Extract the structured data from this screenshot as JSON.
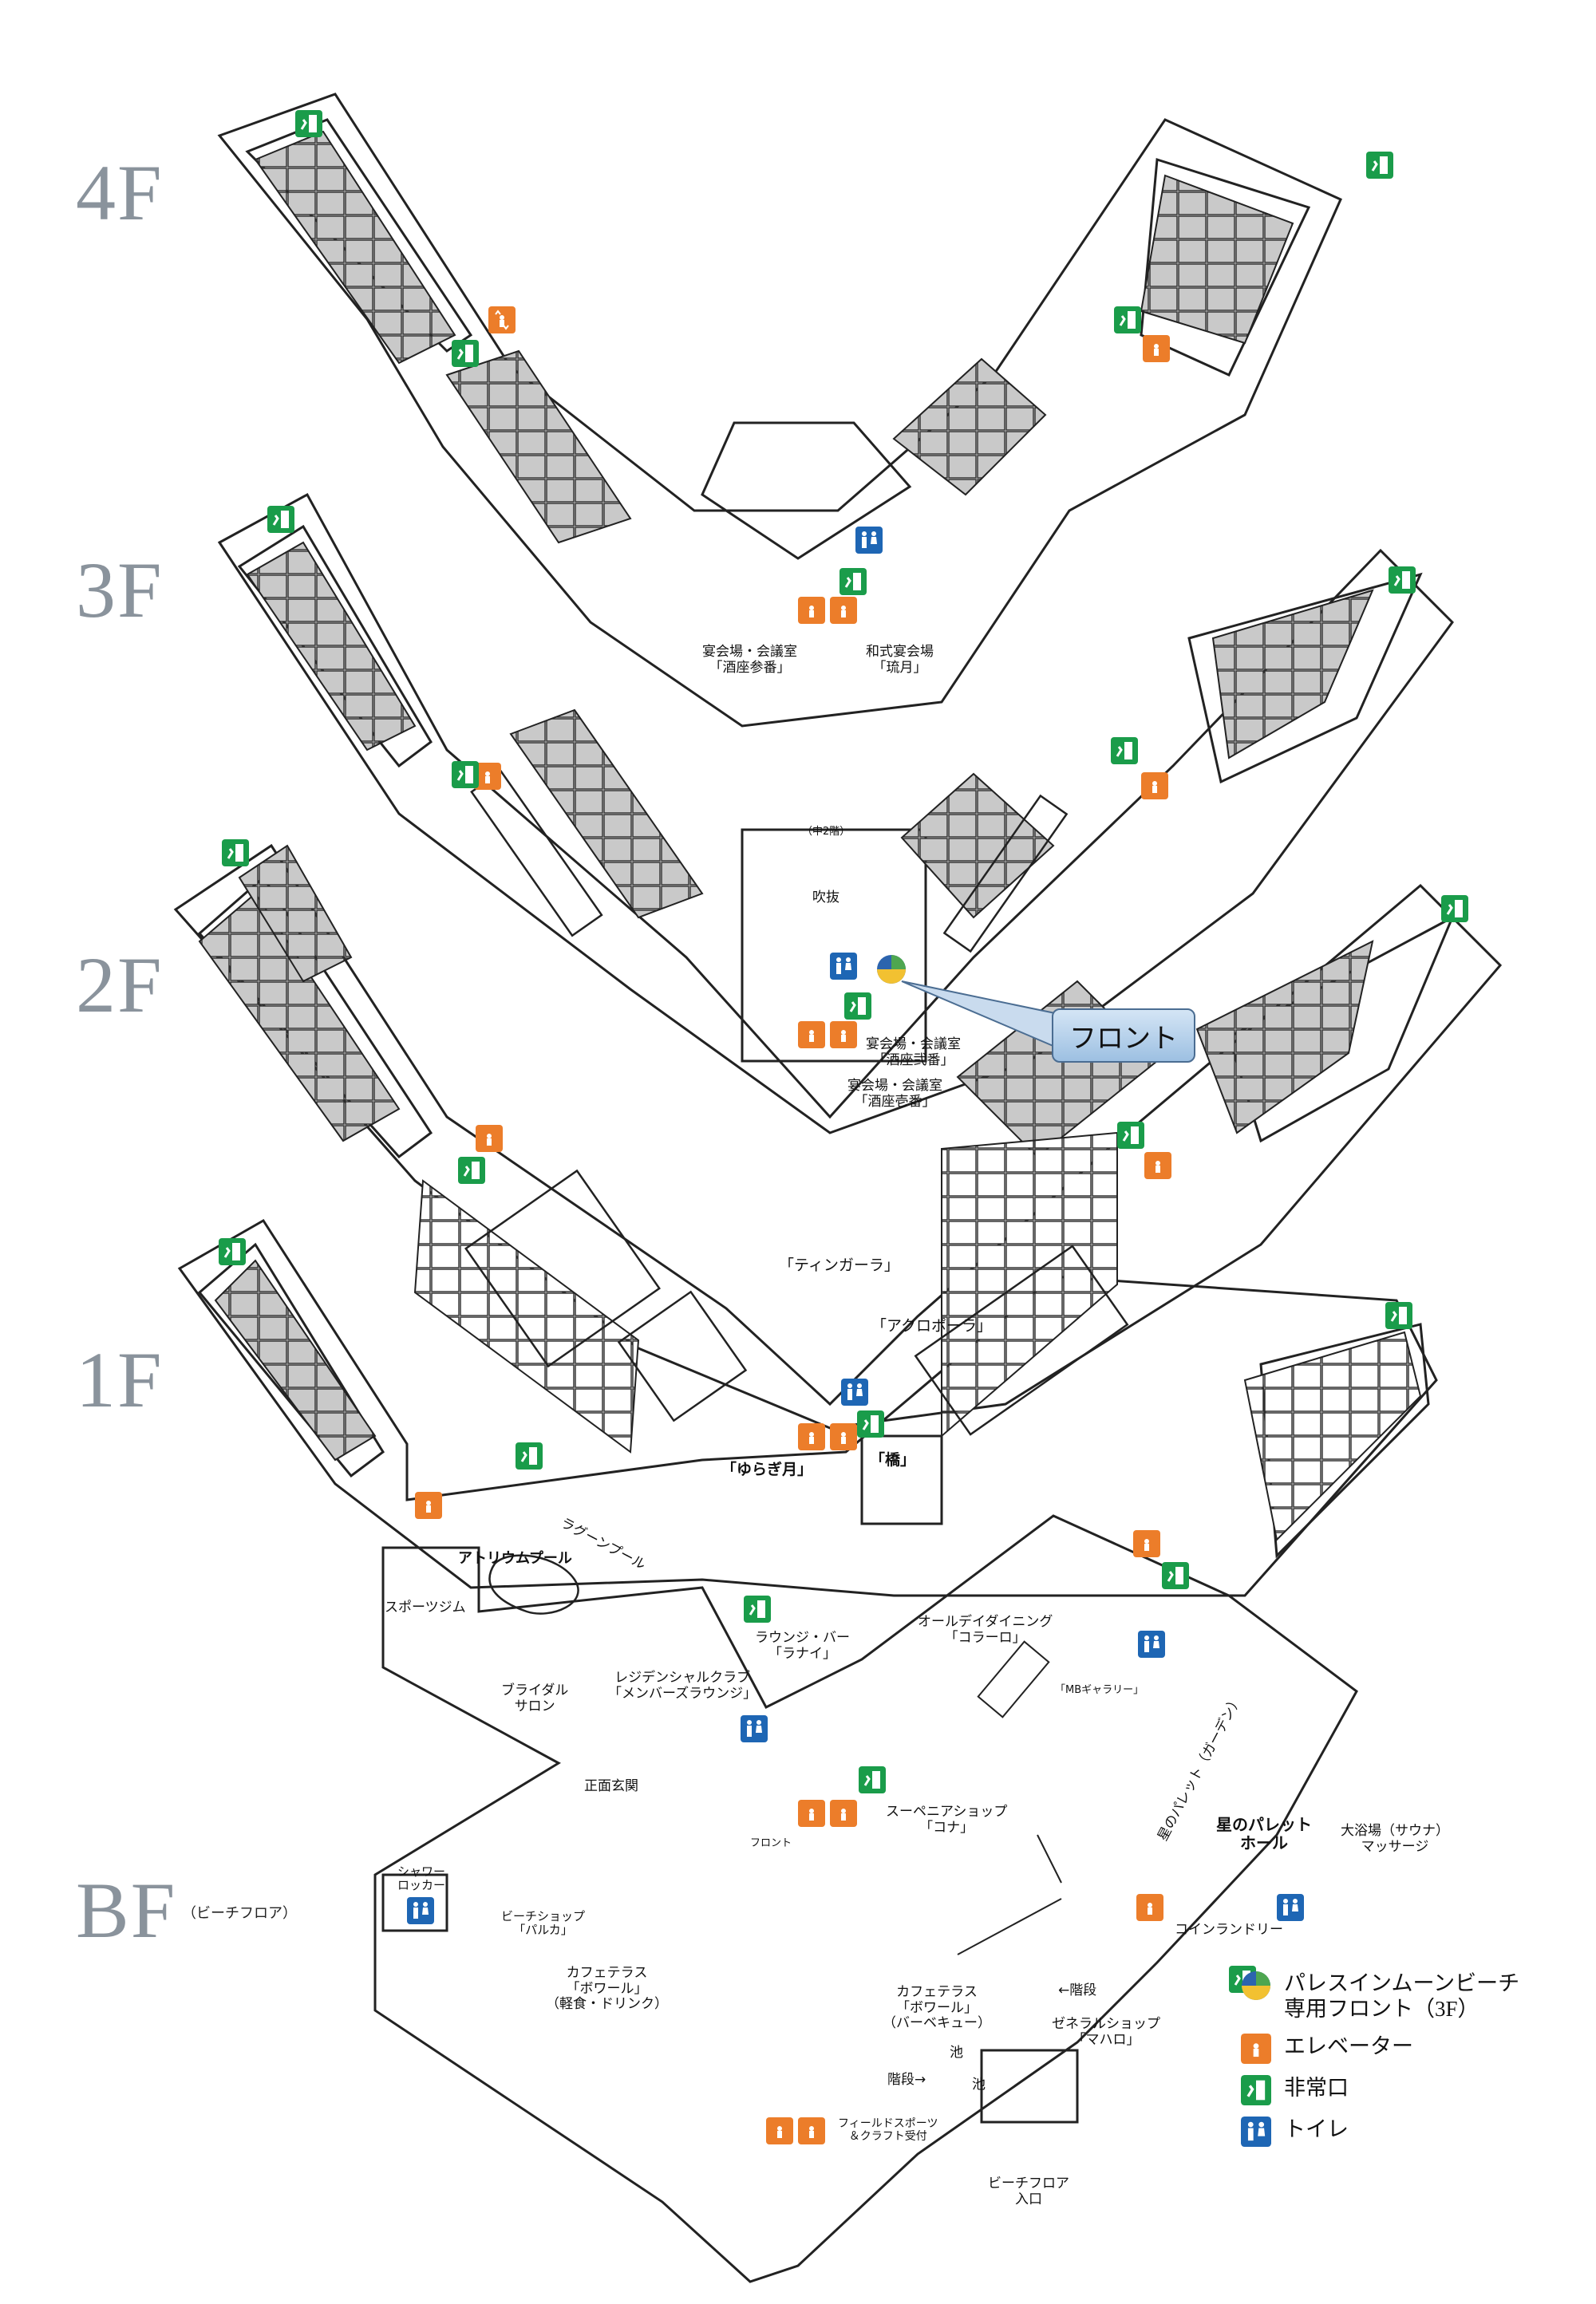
{
  "floors": {
    "f4": "4F",
    "f3": "3F",
    "f2": "2F",
    "f1": "1F",
    "bf": "BF",
    "bf_note": "（ビーチフロア）"
  },
  "callout": {
    "front": "フロント"
  },
  "labels": {
    "f3_banquet_a": "宴会場・会議室\n「酒座参番」",
    "f3_banquet_b": "和式宴会場\n「琉月」",
    "f2_mezzanine": "（中2階）",
    "f2_atrium": "吹抜",
    "f2_banquet_a": "宴会場・会議室\n「酒座弐番」",
    "f2_banquet_b": "宴会場・会議室\n「酒座壱番」",
    "f1_tingara": "「ティンガーラ」",
    "f1_akuropora": "「アクロポーラ」",
    "f1_yuragizuki": "「ゆらぎ月」",
    "f1_hashi": "「橋」",
    "bf_lagoon_pool": "ラグーンプール",
    "bf_atrium_pool": "アトリウムプール",
    "bf_sports_gym": "スポーツジム",
    "bf_bridal": "ブライダル\nサロン",
    "bf_residential": "レジデンシャルクラブ\n「メンバーズラウンジ」",
    "bf_lounge_bar": "ラウンジ・バー\n「ラナイ」",
    "bf_all_day": "オールデイダイニング\n「コラーロ」",
    "bf_mb_gallery": "「MBギャラリー」",
    "bf_main_entrance": "正面玄関",
    "bf_front": "フロント",
    "bf_superette": "スーペニアショップ\n「コナ」",
    "bf_garden": "星のパレット（ガーデン）",
    "bf_palette_hall": "星のパレット\nホール",
    "bf_bath": "大浴場（サウナ）\nマッサージ",
    "bf_laundry": "コインランドリー",
    "bf_shower": "シャワー\nロッカー",
    "bf_beach_shop": "ビーチショップ\n「パルカ」",
    "bf_cafe_terrace": "カフェテラス\n「ボワール」\n（軽食・ドリンク）",
    "bf_cafe_bbq": "カフェテラス\n「ボワール」\n（バーベキュー）",
    "bf_stairs_1": "←階段",
    "bf_stairs_2": "階段→",
    "bf_pond_1": "池",
    "bf_pond_2": "池",
    "bf_general_shop": "ゼネラルショップ\n「マハロ」",
    "bf_field_sports": "フィールドスポーツ\n＆クラフト受付",
    "bf_beach_entrance": "ビーチフロア\n入口"
  },
  "legend": [
    {
      "icon": "front-desk-icon",
      "text": "パレスインムーンビーチ\n専用フロント（3F）"
    },
    {
      "icon": "elevator-icon",
      "text": "エレベーター"
    },
    {
      "icon": "emergency-exit-icon",
      "text": "非常口"
    },
    {
      "icon": "restroom-icon",
      "text": "トイレ"
    }
  ],
  "colors": {
    "elevator": "#ec7d2a",
    "exit": "#1a9c4a",
    "restroom": "#1e66b4",
    "front_blue": "#2c64ae",
    "front_green": "#4ea650",
    "front_yellow": "#f2c131",
    "room": "#c8c8c8",
    "wall": "#222222",
    "floor_label": "#8a939c"
  }
}
